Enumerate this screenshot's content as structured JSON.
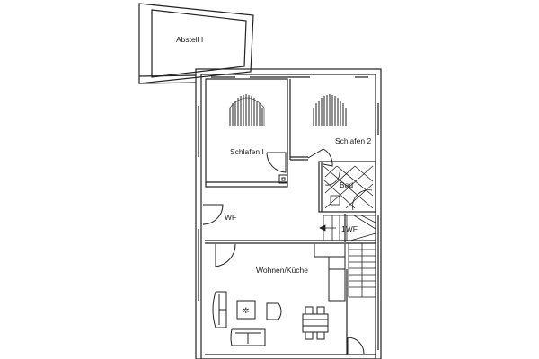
{
  "plan": {
    "type": "floor-plan",
    "rooms": [
      {
        "id": "abstell",
        "label": "Abstell I"
      },
      {
        "id": "schlafen1",
        "label": "Schlafen I"
      },
      {
        "id": "schlafen2",
        "label": "Schlafen 2"
      },
      {
        "id": "bad",
        "label": "Bad"
      },
      {
        "id": "wf",
        "label": "WF"
      },
      {
        "id": "wohnen",
        "label": "Wohnen/Küche"
      },
      {
        "id": "stair",
        "label": "1WF"
      }
    ]
  }
}
